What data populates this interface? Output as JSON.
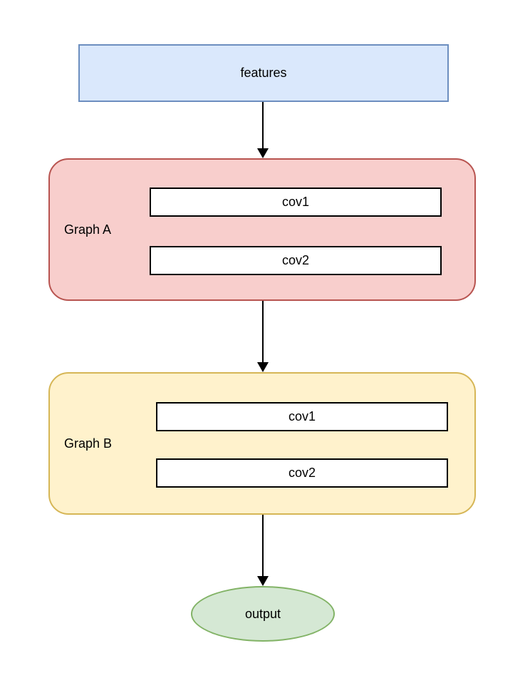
{
  "diagram": {
    "type": "flowchart",
    "background": "#ffffff",
    "text_color": "#000000",
    "arrow_color": "#000000",
    "nodes": {
      "features": {
        "shape": "rectangle",
        "label": "features",
        "fill": "#dae8fc",
        "stroke": "#6c8ebf"
      },
      "graph_a": {
        "shape": "rounded-container",
        "label": "Graph A",
        "fill": "#f8cecc",
        "stroke": "#b85450",
        "children": [
          {
            "shape": "rectangle",
            "label": "cov1",
            "fill": "#ffffff",
            "stroke": "#000000"
          },
          {
            "shape": "rectangle",
            "label": "cov2",
            "fill": "#ffffff",
            "stroke": "#000000"
          }
        ]
      },
      "graph_b": {
        "shape": "rounded-container",
        "label": "Graph B",
        "fill": "#fff2cc",
        "stroke": "#d6b656",
        "children": [
          {
            "shape": "rectangle",
            "label": "cov1",
            "fill": "#ffffff",
            "stroke": "#000000"
          },
          {
            "shape": "rectangle",
            "label": "cov2",
            "fill": "#ffffff",
            "stroke": "#000000"
          }
        ]
      },
      "output": {
        "shape": "ellipse",
        "label": "output",
        "fill": "#d5e8d4",
        "stroke": "#82b366"
      }
    },
    "edges": [
      {
        "from": "features",
        "to": "graph_a"
      },
      {
        "from": "graph_a",
        "to": "graph_b"
      },
      {
        "from": "graph_b",
        "to": "output"
      }
    ]
  }
}
